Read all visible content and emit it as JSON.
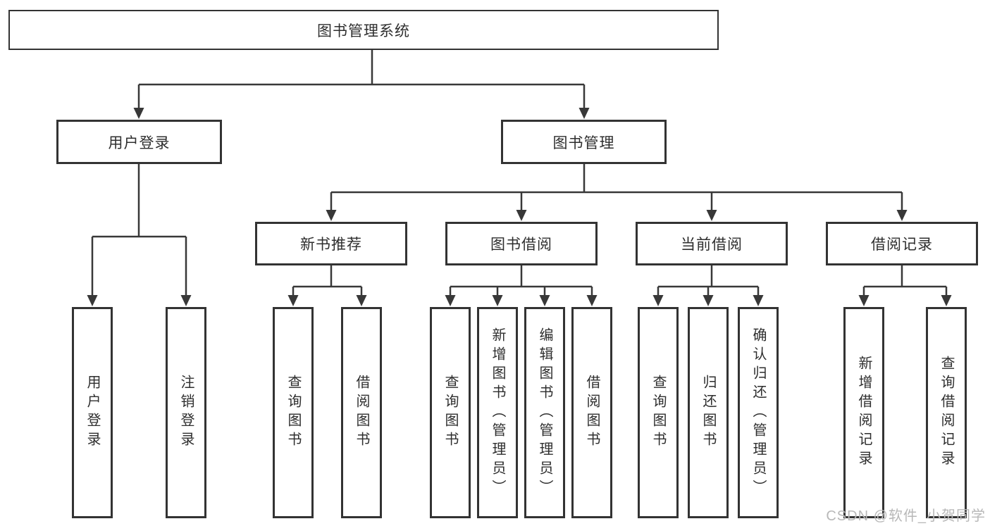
{
  "tree": {
    "root": {
      "label": "图书管理系统",
      "children": [
        {
          "label": "用户登录",
          "children": [
            {
              "label": "用户登录"
            },
            {
              "label": "注销登录"
            }
          ]
        },
        {
          "label": "图书管理",
          "children": [
            {
              "label": "新书推荐",
              "children": [
                {
                  "label": "查询图书"
                },
                {
                  "label": "借阅图书"
                }
              ]
            },
            {
              "label": "图书借阅",
              "children": [
                {
                  "label": "查询图书"
                },
                {
                  "label": "新增图书（管理员）"
                },
                {
                  "label": "编辑图书（管理员）"
                },
                {
                  "label": "借阅图书"
                }
              ]
            },
            {
              "label": "当前借阅",
              "children": [
                {
                  "label": "查询图书"
                },
                {
                  "label": "归还图书"
                },
                {
                  "label": "确认归还（管理员）"
                }
              ]
            },
            {
              "label": "借阅记录",
              "children": [
                {
                  "label": "新增借阅记录"
                },
                {
                  "label": "查询借阅记录"
                }
              ]
            }
          ]
        }
      ]
    }
  },
  "watermark": {
    "text": "CSDN @软件_小贺同学",
    "color": "#b8b8b8"
  },
  "colors": {
    "line": "#383838",
    "box_border": "#333333",
    "text": "#2e2e2e",
    "background": "#ffffff"
  }
}
